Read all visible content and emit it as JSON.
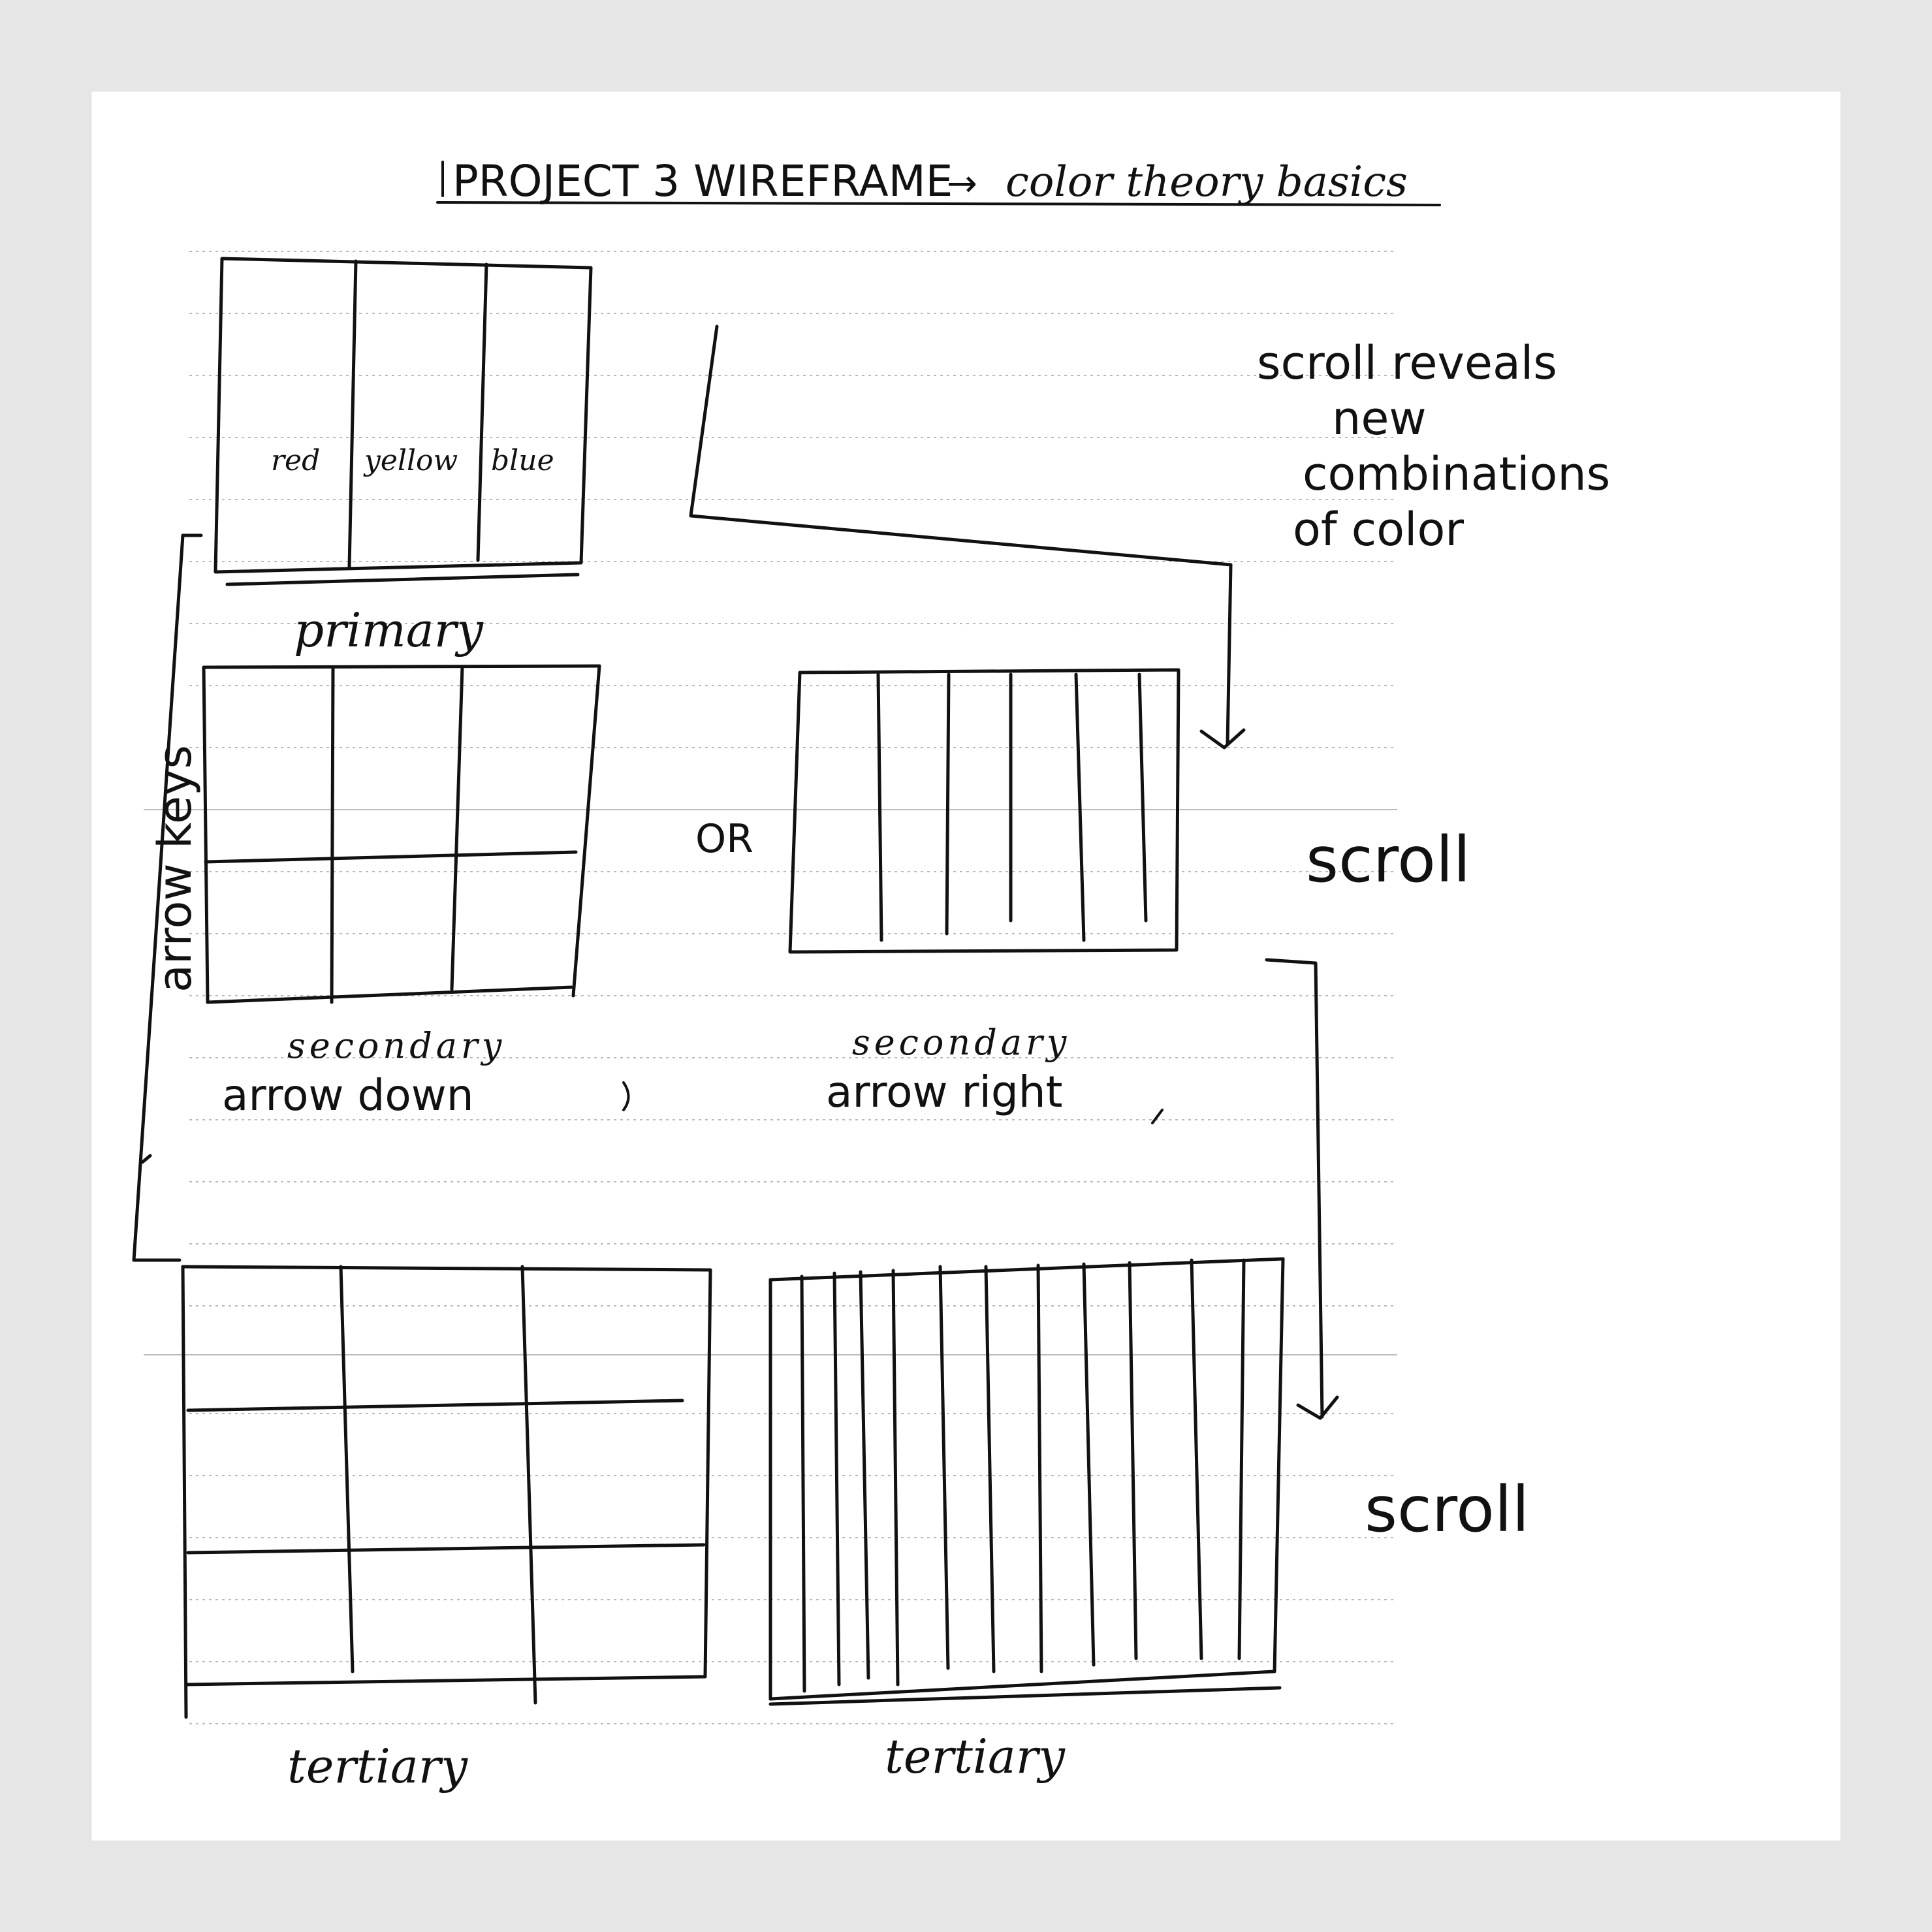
{
  "title": {
    "main": "PROJECT 3 WIREFRAME",
    "arrow": "→",
    "sub": "color theory basics"
  },
  "primary": {
    "cells": [
      "red",
      "yellow",
      "blue"
    ],
    "caption": "primary"
  },
  "note": {
    "lines": [
      "scroll reveals",
      "new",
      "combinations",
      "of color"
    ]
  },
  "side_label": "arrow keys",
  "or_label": "OR",
  "scroll_labels": [
    "scroll",
    "scroll"
  ],
  "secondary_left": {
    "caption": "secondary",
    "sub": "arrow down"
  },
  "secondary_right": {
    "caption": "secondary",
    "sub": "arrow right"
  },
  "tertiary_left": {
    "caption": "tertiary"
  },
  "tertiary_right": {
    "caption": "tertiary"
  }
}
